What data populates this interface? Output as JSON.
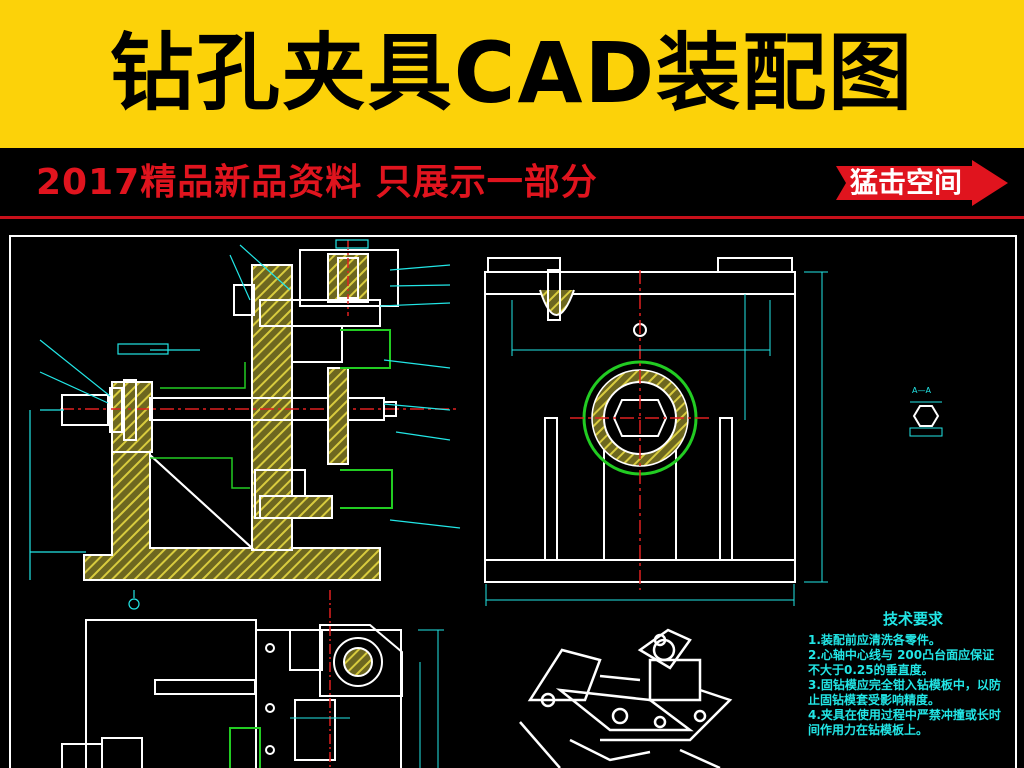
{
  "banner": {
    "title": "钻孔夹具CAD装配图"
  },
  "subheader": {
    "text": "2017精品新品资料 只展示一部分",
    "cta_label": "猛击空间"
  },
  "tech_requirements": {
    "title": "技术要求",
    "items": [
      "1.装配前应清洗各零件。",
      "2.心轴中心线与  200凸台面应保证",
      "不大于0.25的垂直度。",
      "3.固钻模应完全钳入钻模板中，以防",
      "止固钻模套受影响精度。",
      "4.夹具在使用过程中严禁冲撞或长时",
      "间作用力在钻模板上。"
    ]
  },
  "section_label": "A—A",
  "colors": {
    "banner": "#FCD209",
    "subtitle": "#E0141E",
    "line_white": "#FFFFFF",
    "line_cyan": "#22E6E6",
    "line_green": "#22CC22",
    "line_red": "#E02020",
    "hatch": "#CFC23A"
  }
}
